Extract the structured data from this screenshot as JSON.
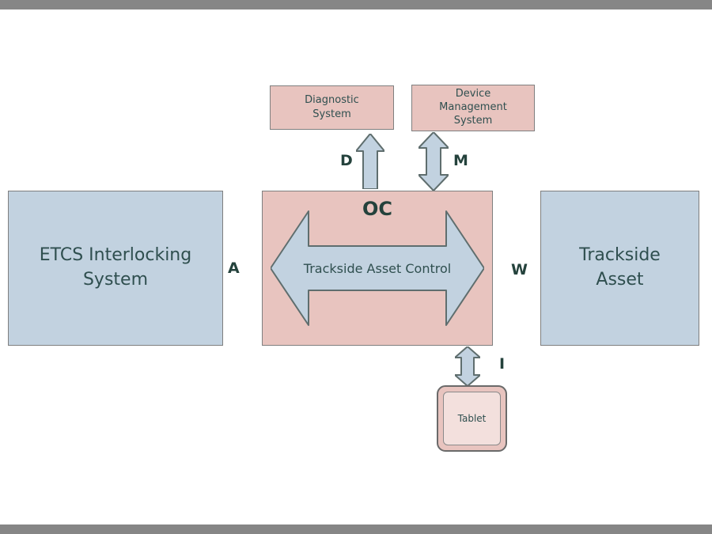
{
  "colors": {
    "blue_fill": "#c2d2e0",
    "pink_fill": "#e8c4bf",
    "tablet_inner_fill": "#f3e0dd",
    "border_gray": "#7f7f7f",
    "text_dark_teal": "#2f4f4f",
    "letterbox_gray": "#868686"
  },
  "boxes": {
    "etcs": {
      "label": "ETCS Interlocking\nSystem"
    },
    "trackside": {
      "label": "Trackside\nAsset"
    },
    "diagnostic": {
      "label": "Diagnostic\nSystem"
    },
    "device_management": {
      "label": "Device\nManagement\nSystem"
    },
    "oc": {
      "title": "OC",
      "arrow_label": "Trackside Asset Control"
    },
    "tablet": {
      "label": "Tablet"
    }
  },
  "connectors": {
    "a": "A",
    "w": "W",
    "d": "D",
    "m": "M",
    "i": "I"
  }
}
